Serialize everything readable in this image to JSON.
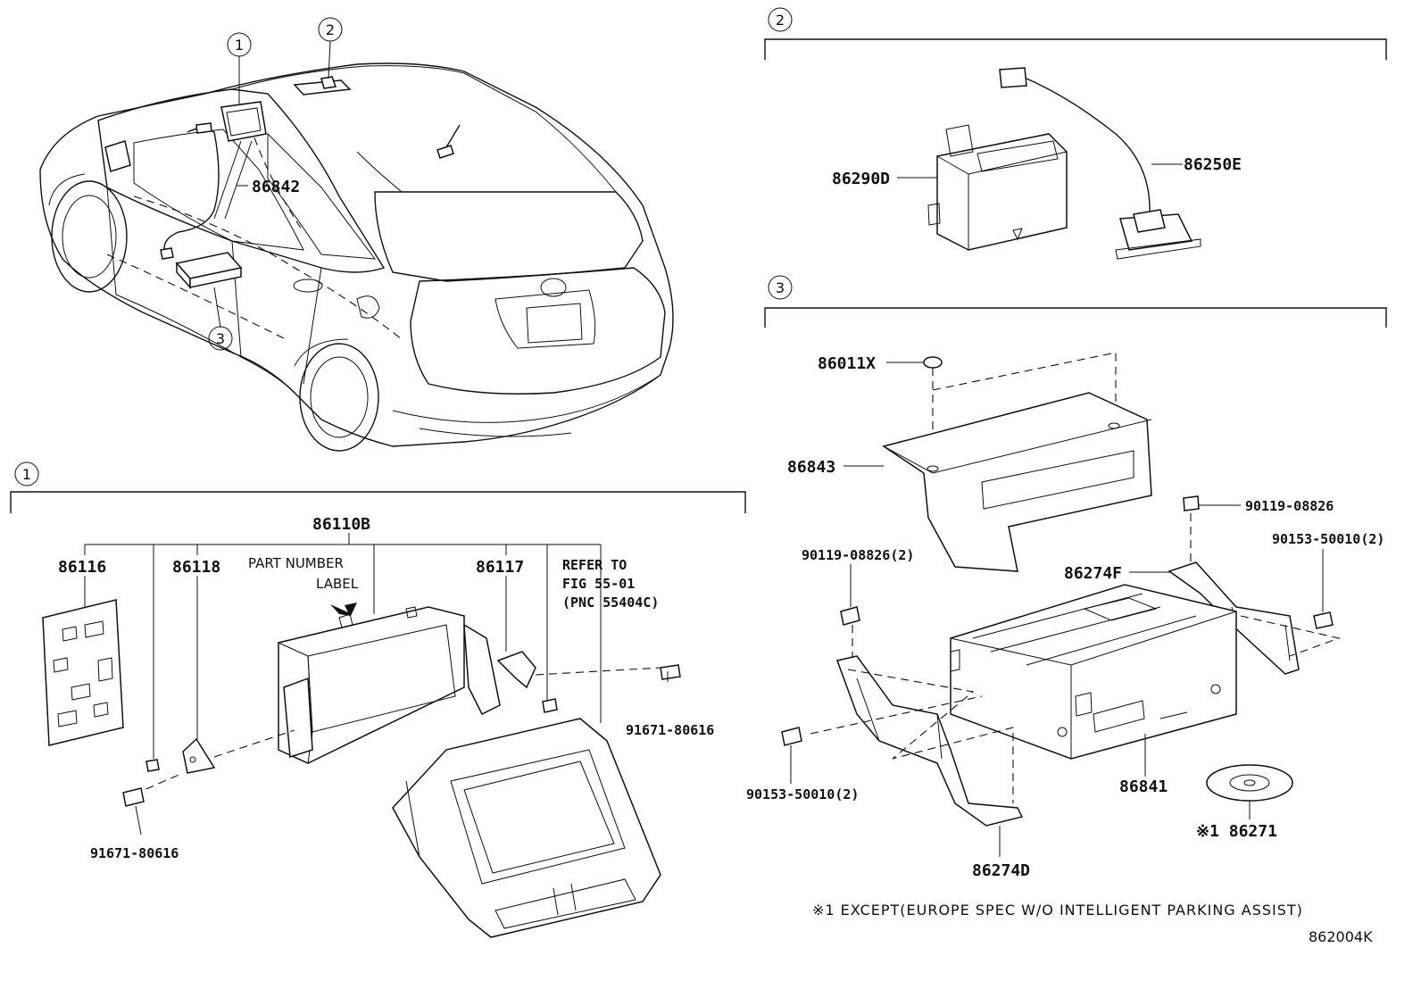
{
  "diagram": {
    "figure_code": "862004K",
    "footnote": "※1 EXCEPT(EUROPE SPEC W/O INTELLIGENT PARKING ASSIST)",
    "callouts": [
      "1",
      "2",
      "3"
    ],
    "vehicle_labels": {
      "p86842": "86842"
    },
    "section1": {
      "assembly": "86110B",
      "p86116": "86116",
      "p86118": "86118",
      "p86117": "86117",
      "part_number_label_1": "PART NUMBER",
      "part_number_label_2": "LABEL",
      "refer_1": "REFER TO",
      "refer_2": "FIG 55-01",
      "refer_3": "(PNC 55404C)",
      "bolt_right": "91671-80616",
      "bolt_left": "91671-80616"
    },
    "section2": {
      "p86290D": "86290D",
      "p86250E": "86250E"
    },
    "section3": {
      "p86011X": "86011X",
      "p86843": "86843",
      "screw_top": "90119-08826",
      "screw_right": "90153-50010(2)",
      "screw_left_top": "90119-08826(2)",
      "p86274F": "86274F",
      "screw_left_bottom": "90153-50010(2)",
      "p86841": "86841",
      "p86271": "※1 86271",
      "p86274D": "86274D"
    }
  }
}
